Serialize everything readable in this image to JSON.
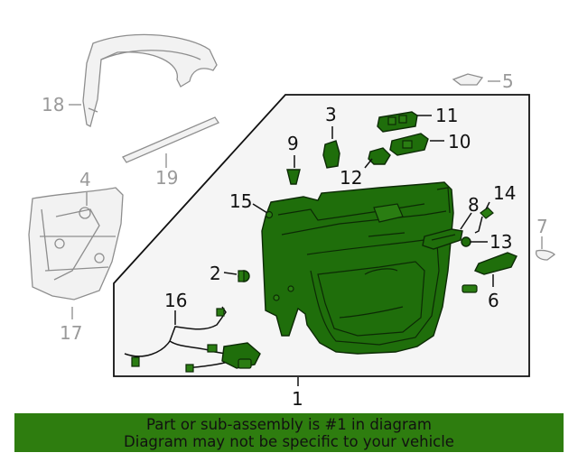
{
  "callouts": {
    "c1": "1",
    "c2": "2",
    "c3": "3",
    "c4": "4",
    "c5": "5",
    "c6": "6",
    "c7": "7",
    "c8": "8",
    "c9": "9",
    "c10": "10",
    "c11": "11",
    "c12": "12",
    "c13": "13",
    "c14": "14",
    "c15": "15",
    "c16": "16",
    "c17": "17",
    "c18": "18",
    "c19": "19"
  },
  "banner": {
    "line1": "Part or sub-assembly is #1 in diagram",
    "line2": "Diagram may not be specific to your vehicle"
  },
  "colors": {
    "highlight": "#2e7d0f",
    "part_fill": "#1f6e0b",
    "ghost_parts": "#9a9a9a"
  }
}
